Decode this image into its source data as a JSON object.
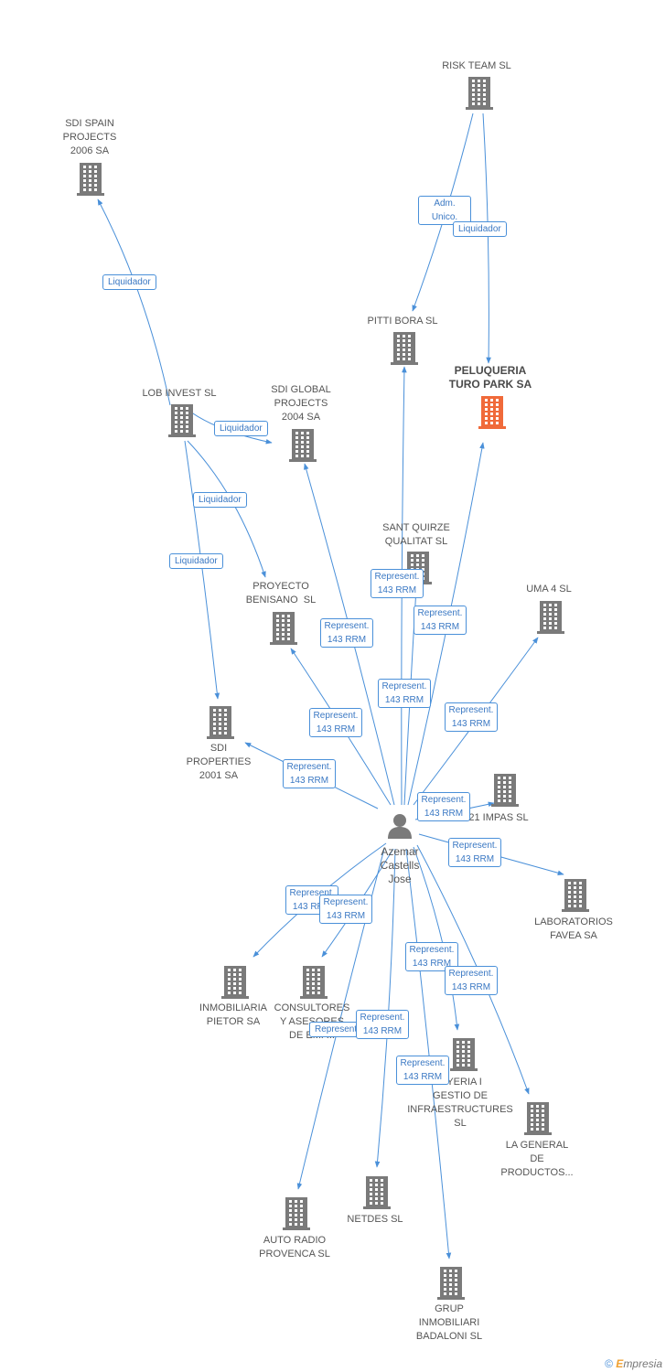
{
  "colors": {
    "edge": "#4a90d9",
    "building": "#7a7a7a",
    "highlight": "#f06a3a"
  },
  "person": {
    "name_lines": [
      "Azemar",
      "Castells",
      "Jose"
    ],
    "icon": "person-icon"
  },
  "companies": [
    {
      "id": "risk",
      "name": "RISK TEAM SL"
    },
    {
      "id": "sdispain",
      "name": "SDI SPAIN PROJECTS 2006 SA"
    },
    {
      "id": "pittibora",
      "name": "PITTI BORA SL"
    },
    {
      "id": "peluqueria",
      "name": "PELUQUERIA TURO PARK SA",
      "highlight": true
    },
    {
      "id": "lobinvest",
      "name": "LOB INVEST SL"
    },
    {
      "id": "sdiglobal",
      "name": "SDI GLOBAL PROJECTS 2004 SA"
    },
    {
      "id": "santquirze",
      "name": "SANT QUIRZE QUALITAT SL"
    },
    {
      "id": "uma4",
      "name": "UMA 4 SL"
    },
    {
      "id": "benisano",
      "name": "PROYECTO BENISANO  SL"
    },
    {
      "id": "sdiprops",
      "name": "SDI PROPERTIES 2001 SA"
    },
    {
      "id": "impas",
      "name": "21 IMPAS SL"
    },
    {
      "id": "favea",
      "name": "LABORATORIOS FAVEA SA"
    },
    {
      "id": "pietor",
      "name": "INMOBILIARIA PIETOR SA"
    },
    {
      "id": "consultores",
      "name": "CONSULTORES Y ASESORES DE EMP..."
    },
    {
      "id": "enginyeria",
      "name": "...YERIA I GESTIO DE INFRAESTRUCTURES SL"
    },
    {
      "id": "lageneral",
      "name": "LA GENERAL DE PRODUCTOS..."
    },
    {
      "id": "netdes",
      "name": "NETDES SL"
    },
    {
      "id": "autoradio",
      "name": "AUTO RADIO PROVENCA SL"
    },
    {
      "id": "grup",
      "name": "GRUP INMOBILIARI BADALONI SL"
    }
  ],
  "relations": [
    {
      "from": "risk",
      "to": "pittibora",
      "label": "Adm. Unico."
    },
    {
      "from": "risk",
      "to": "peluqueria",
      "label": "Liquidador"
    },
    {
      "from": "lobinvest",
      "to": "sdispain",
      "label": "Liquidador"
    },
    {
      "from": "lobinvest",
      "to": "sdiglobal",
      "label": "Liquidador"
    },
    {
      "from": "lobinvest",
      "to": "benisano",
      "label": "Liquidador"
    },
    {
      "from": "lobinvest",
      "to": "sdiprops",
      "label": "Liquidador"
    },
    {
      "from": "person",
      "to": "pittibora",
      "label": "Represent. 143 RRM"
    },
    {
      "from": "person",
      "to": "peluqueria",
      "label": "Represent. 143 RRM"
    },
    {
      "from": "person",
      "to": "sdiglobal",
      "label": "Represent. 143 RRM"
    },
    {
      "from": "person",
      "to": "santquirze",
      "label": "Represent. 143 RRM"
    },
    {
      "from": "person",
      "to": "uma4",
      "label": "Represent. 143 RRM"
    },
    {
      "from": "person",
      "to": "benisano",
      "label": "Represent. 143 RRM"
    },
    {
      "from": "person",
      "to": "sdiprops",
      "label": "Represent. 143 RRM"
    },
    {
      "from": "person",
      "to": "impas",
      "label": "Represent. 143 RRM"
    },
    {
      "from": "person",
      "to": "favea",
      "label": "Represent. 143 RRM"
    },
    {
      "from": "person",
      "to": "pietor",
      "label": "Represent. 143 RRM"
    },
    {
      "from": "person",
      "to": "consultores",
      "label": "Represent. 143 RRM"
    },
    {
      "from": "person",
      "to": "enginyeria",
      "label": "Represent. 143 RRM"
    },
    {
      "from": "person",
      "to": "lageneral",
      "label": "Represent. 143 RRM"
    },
    {
      "from": "person",
      "to": "autoradio",
      "label": "Represent. 143 RRM"
    },
    {
      "from": "person",
      "to": "netdes",
      "label": "Represent. 143 RRM"
    },
    {
      "from": "person",
      "to": "grup",
      "label": "Represent. 143 RRM"
    }
  ],
  "footer": {
    "copyright": "©",
    "brand_e": "E",
    "brand_rest": "mpresia"
  }
}
